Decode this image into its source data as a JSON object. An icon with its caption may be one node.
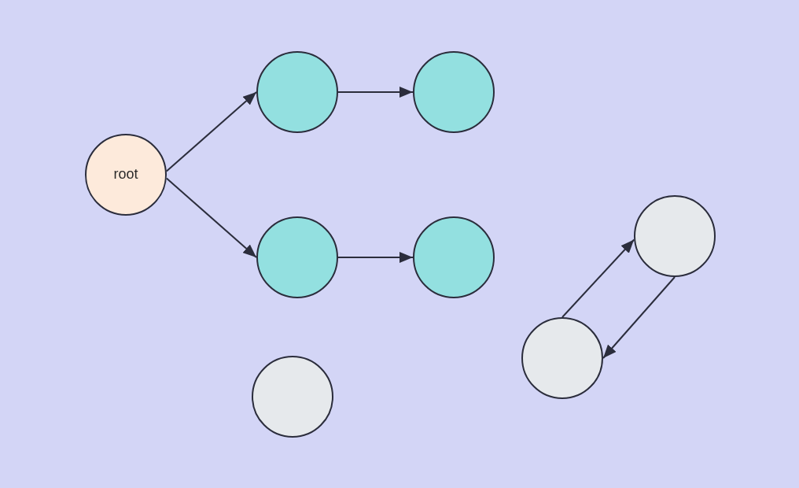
{
  "diagram": {
    "nodes": [
      {
        "text": [
          "root"
        ]
      },
      {
        "text": [],
        "shape": "circle"
      },
      {
        "text": [],
        "shape": "circle"
      },
      {
        "text": [],
        "shape": "circle"
      },
      {
        "text": [],
        "shape": "circle"
      },
      {
        "text": [],
        "shape": "circle"
      },
      {
        "text": [],
        "shape": "circle"
      },
      {
        "text": [],
        "shape": "circle"
      }
    ],
    "edges": [
      {
        "from": 0,
        "to": 1,
        "arrow": "to"
      },
      {
        "from": 1,
        "to": 2,
        "arrow": "to"
      },
      {
        "from": 0,
        "to": 3,
        "arrow": "to"
      },
      {
        "from": 3,
        "to": 4,
        "arrow": "to"
      },
      {
        "from": 7,
        "to": 6,
        "arrow": "to"
      },
      {
        "from": 6,
        "to": 7,
        "arrow": "to"
      }
    ]
  }
}
